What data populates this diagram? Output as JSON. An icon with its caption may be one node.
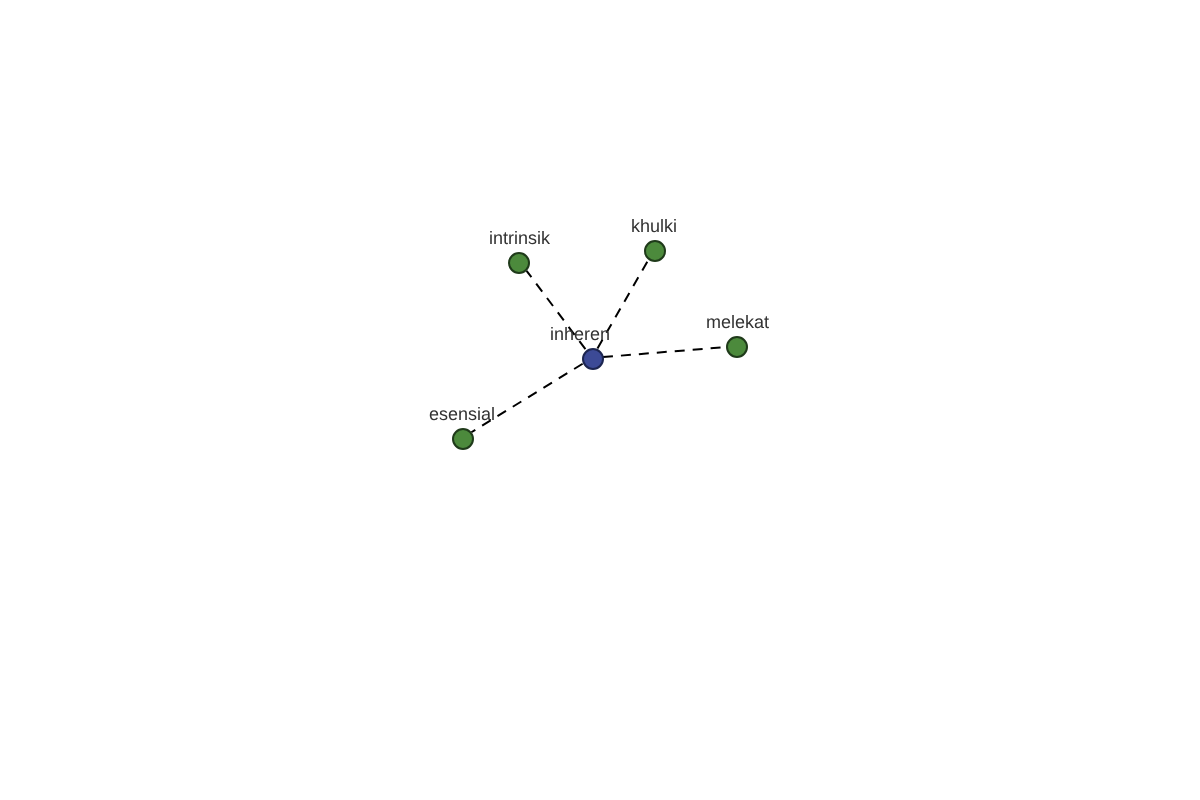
{
  "diagram": {
    "nodes": [
      {
        "text": [
          "khulki"
        ]
      },
      {
        "text": [
          "intrinsik"
        ]
      },
      {
        "text": [
          "melekat"
        ]
      },
      {
        "text": [
          "inheren"
        ]
      },
      {
        "text": [
          "esensial"
        ]
      }
    ],
    "edges": [
      {
        "from": 3,
        "to": 1,
        "arrow": "none",
        "style": "dashed"
      },
      {
        "from": 3,
        "to": 0,
        "arrow": "none",
        "style": "dashed"
      },
      {
        "from": 3,
        "to": 2,
        "arrow": "none",
        "style": "dashed"
      },
      {
        "from": 3,
        "to": 4,
        "arrow": "none",
        "style": "dashed"
      }
    ]
  }
}
